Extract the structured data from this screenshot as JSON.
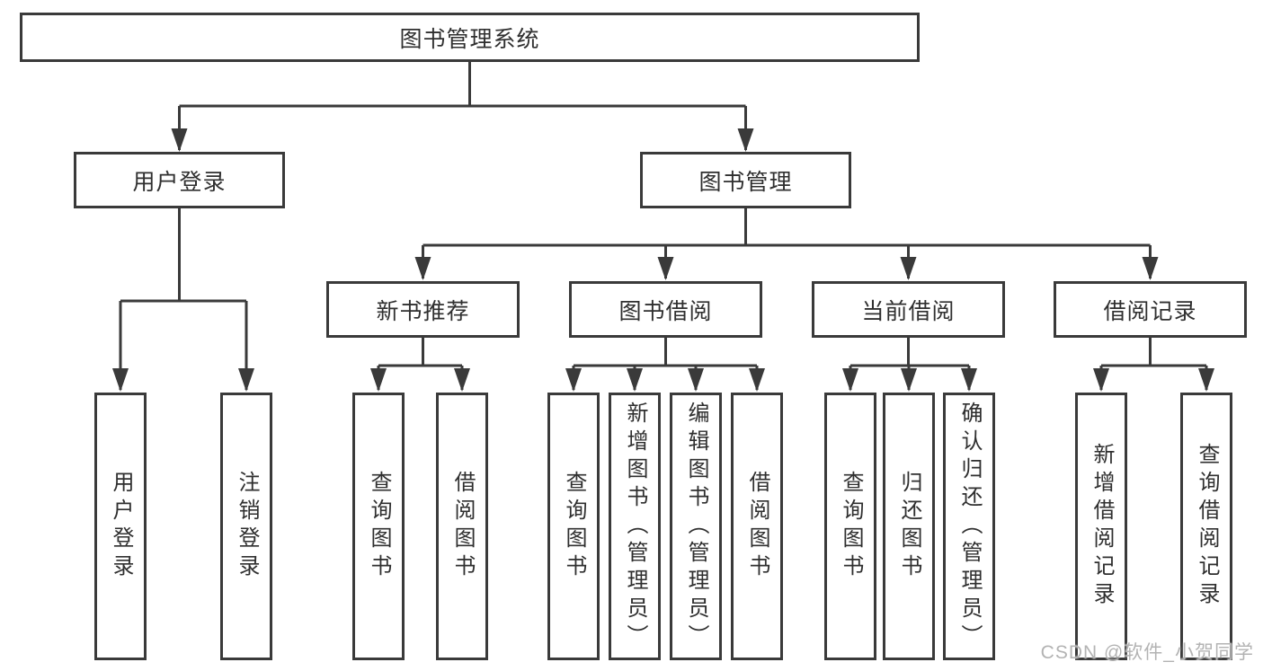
{
  "diagram": {
    "root": {
      "label": "图书管理系统"
    },
    "user_login": {
      "label": "用户登录",
      "children": [
        {
          "label": "用户登录"
        },
        {
          "label": "注销登录"
        }
      ]
    },
    "book_management": {
      "label": "图书管理",
      "modules": [
        {
          "label": "新书推荐",
          "children": [
            {
              "label": "查询图书"
            },
            {
              "label": "借阅图书"
            }
          ]
        },
        {
          "label": "图书借阅",
          "children": [
            {
              "label": "查询图书"
            },
            {
              "label": "新增图书（管理员）"
            },
            {
              "label": "编辑图书（管理员）"
            },
            {
              "label": "借阅图书"
            }
          ]
        },
        {
          "label": "当前借阅",
          "children": [
            {
              "label": "查询图书"
            },
            {
              "label": "归还图书"
            },
            {
              "label": "确认归还（管理员）"
            }
          ]
        },
        {
          "label": "借阅记录",
          "children": [
            {
              "label": "新增借阅记录"
            },
            {
              "label": "查询借阅记录"
            }
          ]
        }
      ]
    }
  },
  "watermark": {
    "text": "CSDN @软件_小贺同学"
  },
  "colors": {
    "line": "#3a3a3a",
    "text": "#2f2f2f",
    "watermark": "#b3b3b3",
    "background": "#ffffff"
  }
}
